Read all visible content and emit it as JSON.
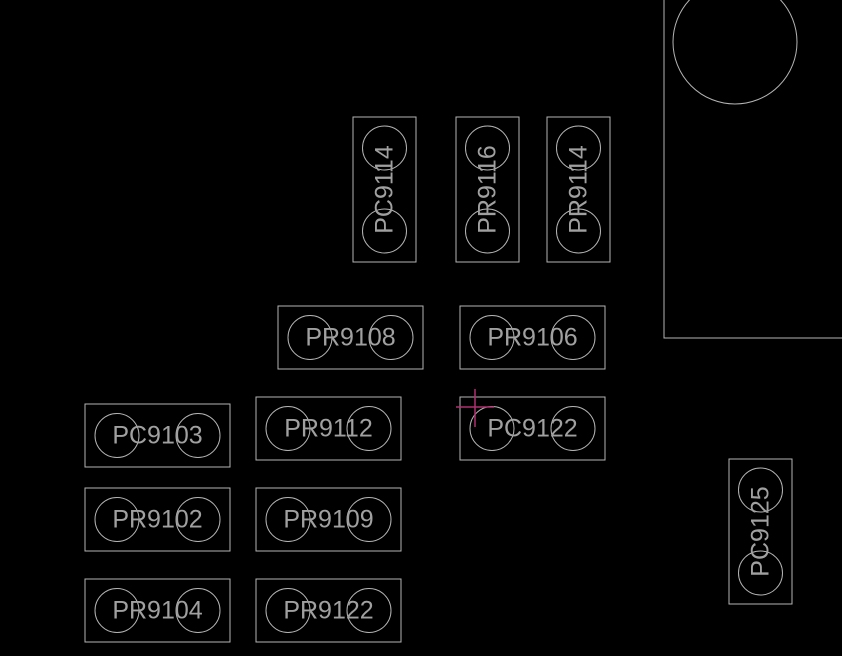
{
  "colors": {
    "background": "#000000",
    "silkscreen": "#b4b4b4",
    "reference_text": "#a0a0a0",
    "cursor": "#b03070"
  },
  "components": [
    {
      "id": "c1",
      "ref": "PC9114",
      "orientation": "vertical"
    },
    {
      "id": "c2",
      "ref": "PR9116",
      "orientation": "vertical"
    },
    {
      "id": "c3",
      "ref": "PR9114",
      "orientation": "vertical"
    },
    {
      "id": "c4",
      "ref": "PR9108",
      "orientation": "horizontal"
    },
    {
      "id": "c5",
      "ref": "PR9106",
      "orientation": "horizontal"
    },
    {
      "id": "c6",
      "ref": "PC9103",
      "orientation": "horizontal"
    },
    {
      "id": "c7",
      "ref": "PR9112",
      "orientation": "horizontal"
    },
    {
      "id": "c8",
      "ref": "PC9122",
      "orientation": "horizontal"
    },
    {
      "id": "c9",
      "ref": "PR9102",
      "orientation": "horizontal"
    },
    {
      "id": "c10",
      "ref": "PR9109",
      "orientation": "horizontal"
    },
    {
      "id": "c11",
      "ref": "PR9104",
      "orientation": "horizontal"
    },
    {
      "id": "c12",
      "ref": "PR9122",
      "orientation": "horizontal"
    },
    {
      "id": "c13",
      "ref": "PC9125",
      "orientation": "vertical"
    }
  ]
}
